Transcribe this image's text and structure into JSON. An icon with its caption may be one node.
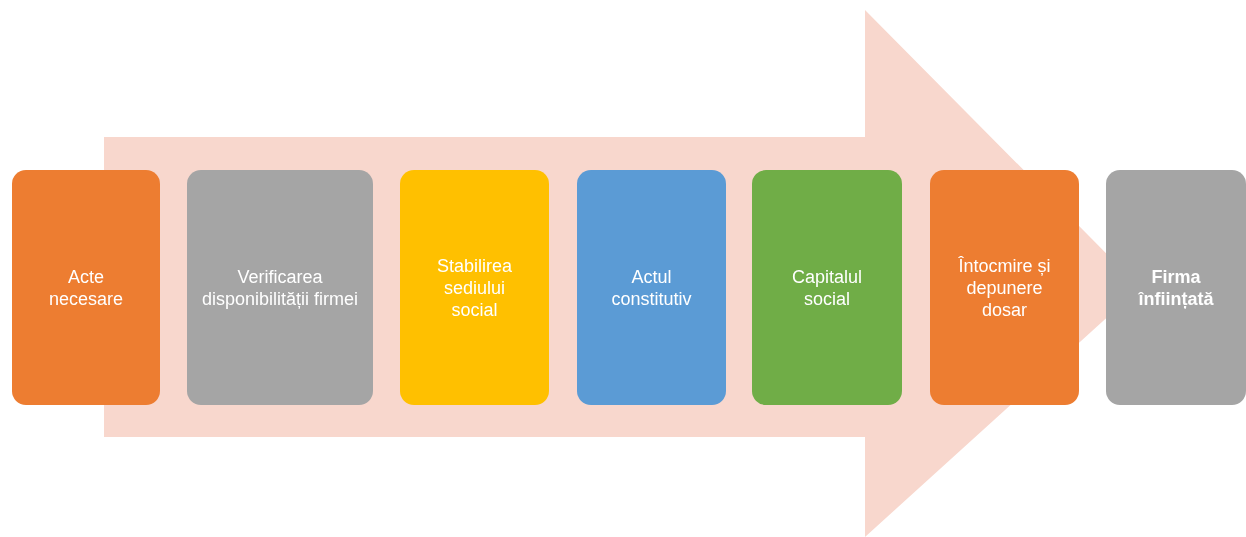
{
  "diagram": {
    "nodes": [
      {
        "text": [
          "Acte necesare"
        ]
      },
      {
        "text": [
          "Verificarea disponibilității firmei"
        ]
      },
      {
        "text": [
          "Stabilirea sediului social"
        ]
      },
      {
        "text": [
          "Actul constitutiv"
        ]
      },
      {
        "text": [
          "Capitalul social"
        ]
      },
      {
        "text": [
          "Întocmire și depunere dosar"
        ]
      },
      {
        "text": [
          "Firma înființată"
        ]
      }
    ],
    "edges": [
      {
        "from": 0,
        "to": 6,
        "arrow": "to"
      }
    ]
  }
}
